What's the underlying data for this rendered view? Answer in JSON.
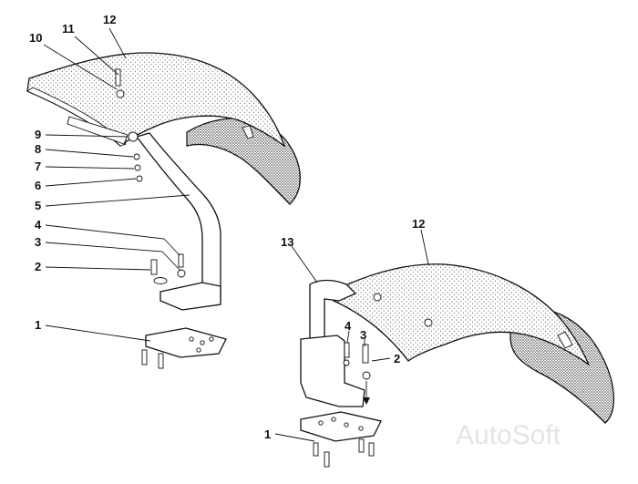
{
  "watermark": "AutoSoft",
  "left_assembly": {
    "callouts": [
      "12",
      "11",
      "10",
      "9",
      "8",
      "7",
      "6",
      "5",
      "4",
      "3",
      "2",
      "1"
    ]
  },
  "right_assembly": {
    "callouts": [
      "12",
      "13",
      "4",
      "3",
      "2",
      "1"
    ]
  },
  "colors": {
    "line": "#111111",
    "background": "#ffffff",
    "watermark": "#e4e4e4"
  }
}
